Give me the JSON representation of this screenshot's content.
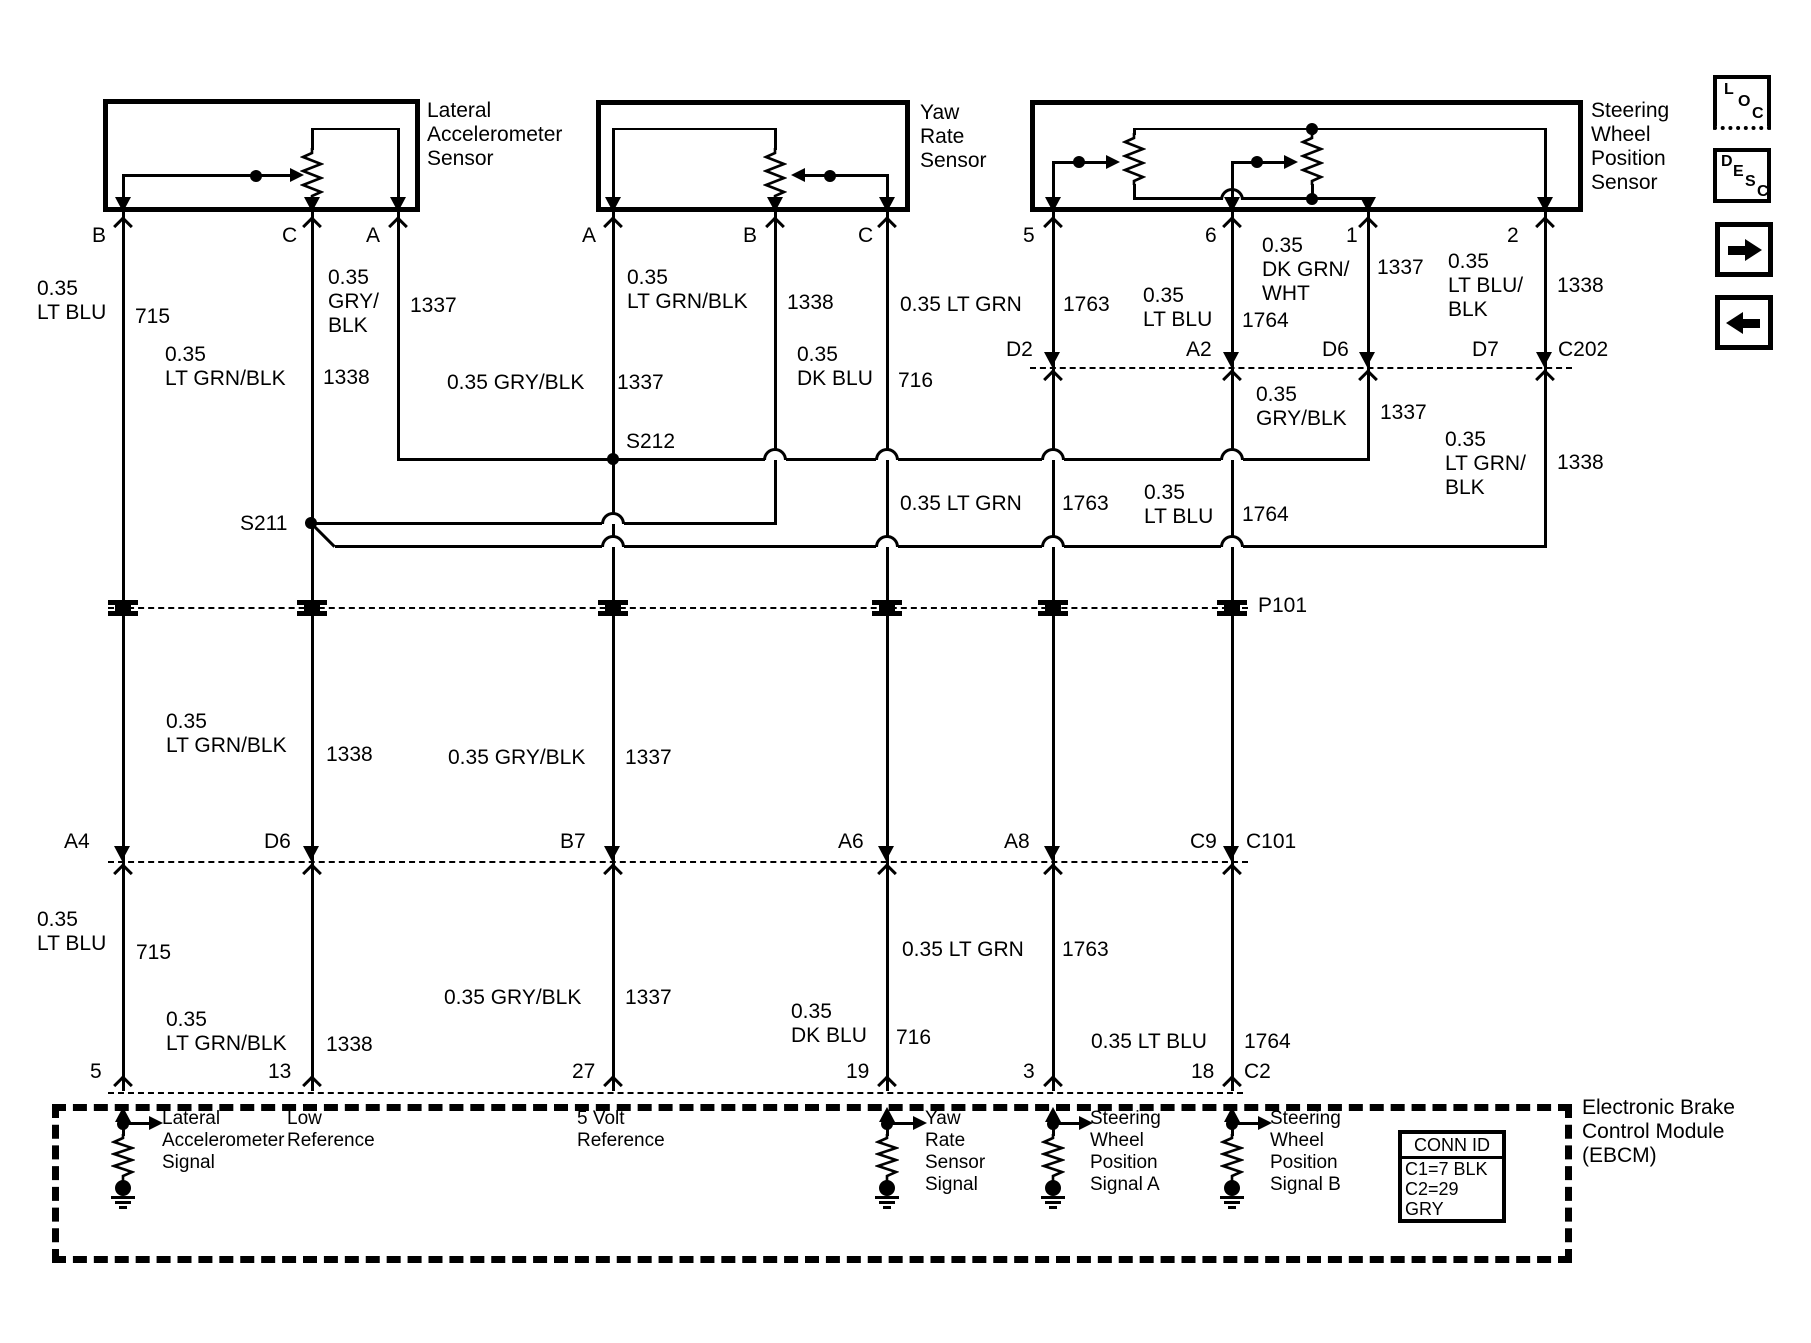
{
  "diagram": {
    "sensors": {
      "lateral": {
        "title": "Lateral\nAccelerometer\nSensor",
        "pin_b": "B",
        "pin_c": "C",
        "pin_a": "A"
      },
      "yaw": {
        "title": "Yaw\nRate\nSensor",
        "pin_a": "A",
        "pin_b": "B",
        "pin_c": "C"
      },
      "steering": {
        "title": "Steering\nWheel\nPosition\nSensor",
        "pin_5": "5",
        "pin_6": "6",
        "pin_1": "1",
        "pin_2": "2"
      }
    },
    "splices": {
      "s211": "S211",
      "s212": "S212"
    },
    "connectors": {
      "c202": {
        "label": "C202",
        "d2": "D2",
        "a2": "A2",
        "d6": "D6",
        "d7": "D7"
      },
      "p101": {
        "label": "P101"
      },
      "c101": {
        "label": "C101",
        "a4": "A4",
        "d6": "D6",
        "b7": "B7",
        "a6": "A6",
        "a8": "A8",
        "c9": "C9"
      },
      "ebcm_row": {
        "label": "C2",
        "p5": "5",
        "p13": "13",
        "p27": "27",
        "p19": "19",
        "p3": "3",
        "p18": "18"
      }
    },
    "wires": {
      "w715_upper": {
        "spec": "0.35\nLT BLU",
        "circuit": "715"
      },
      "w1338_lat": {
        "spec": "0.35\nLT GRN/BLK",
        "circuit": "1338"
      },
      "w1337_lat": {
        "spec": "0.35\nGRY/\nBLK",
        "circuit": "1337"
      },
      "w1337_s212": {
        "spec": "0.35 GRY/BLK",
        "circuit": "1337"
      },
      "w1338_yaw": {
        "spec": "0.35\nLT GRN/BLK",
        "circuit": "1338"
      },
      "w716_upper": {
        "spec": "0.35\nDK BLU",
        "circuit": "716"
      },
      "w1763_upper": {
        "spec": "0.35 LT GRN",
        "circuit": "1763"
      },
      "w1764_upper": {
        "spec": "0.35\nLT BLU",
        "circuit": "1764"
      },
      "w1337_dkgrn": {
        "spec": "0.35\nDK GRN/\nWHT",
        "circuit": "1337"
      },
      "w1338_ltblu": {
        "spec": "0.35\nLT BLU/\nBLK",
        "circuit": "1338"
      },
      "w1337_below_c202": {
        "spec": "0.35\nGRY/BLK",
        "circuit": "1337"
      },
      "w1338_below_c202": {
        "spec": "0.35\nLT GRN/\nBLK",
        "circuit": "1338"
      },
      "w1763_mid": {
        "spec": "0.35 LT GRN",
        "circuit": "1763"
      },
      "w1764_mid": {
        "spec": "0.35\nLT BLU",
        "circuit": "1764"
      },
      "w1338_p101": {
        "spec": "0.35\nLT GRN/BLK",
        "circuit": "1338"
      },
      "w1337_p101": {
        "spec": "0.35 GRY/BLK",
        "circuit": "1337"
      },
      "w715_lower": {
        "spec": "0.35\nLT BLU",
        "circuit": "715"
      },
      "w1337_lower": {
        "spec": "0.35 GRY/BLK",
        "circuit": "1337"
      },
      "w1763_lower": {
        "spec": "0.35 LT GRN",
        "circuit": "1763"
      },
      "w716_lower": {
        "spec": "0.35\nDK BLU",
        "circuit": "716"
      },
      "w1338_lower": {
        "spec": "0.35\nLT GRN/BLK",
        "circuit": "1338"
      },
      "w1764_lower": {
        "spec": "0.35 LT BLU",
        "circuit": "1764"
      }
    },
    "ebcm": {
      "title": "Electronic Brake\nControl Module\n(EBCM)",
      "sig_lateral": "Lateral\nAccelerometer\nSignal",
      "sig_low_ref": "Low\nReference",
      "sig_5v_ref": "5 Volt\nReference",
      "sig_yaw": "Yaw\nRate\nSensor\nSignal",
      "sig_swp_a": "Steering\nWheel\nPosition\nSignal A",
      "sig_swp_b": "Steering\nWheel\nPosition\nSignal B",
      "conn_id": {
        "header": "CONN ID",
        "row1": "C1=7 BLK",
        "row2": "C2=29 GRY"
      }
    },
    "nav": {
      "loc": [
        "L",
        "O",
        "C"
      ],
      "desc": [
        "D",
        "E",
        "S",
        "C"
      ]
    }
  }
}
